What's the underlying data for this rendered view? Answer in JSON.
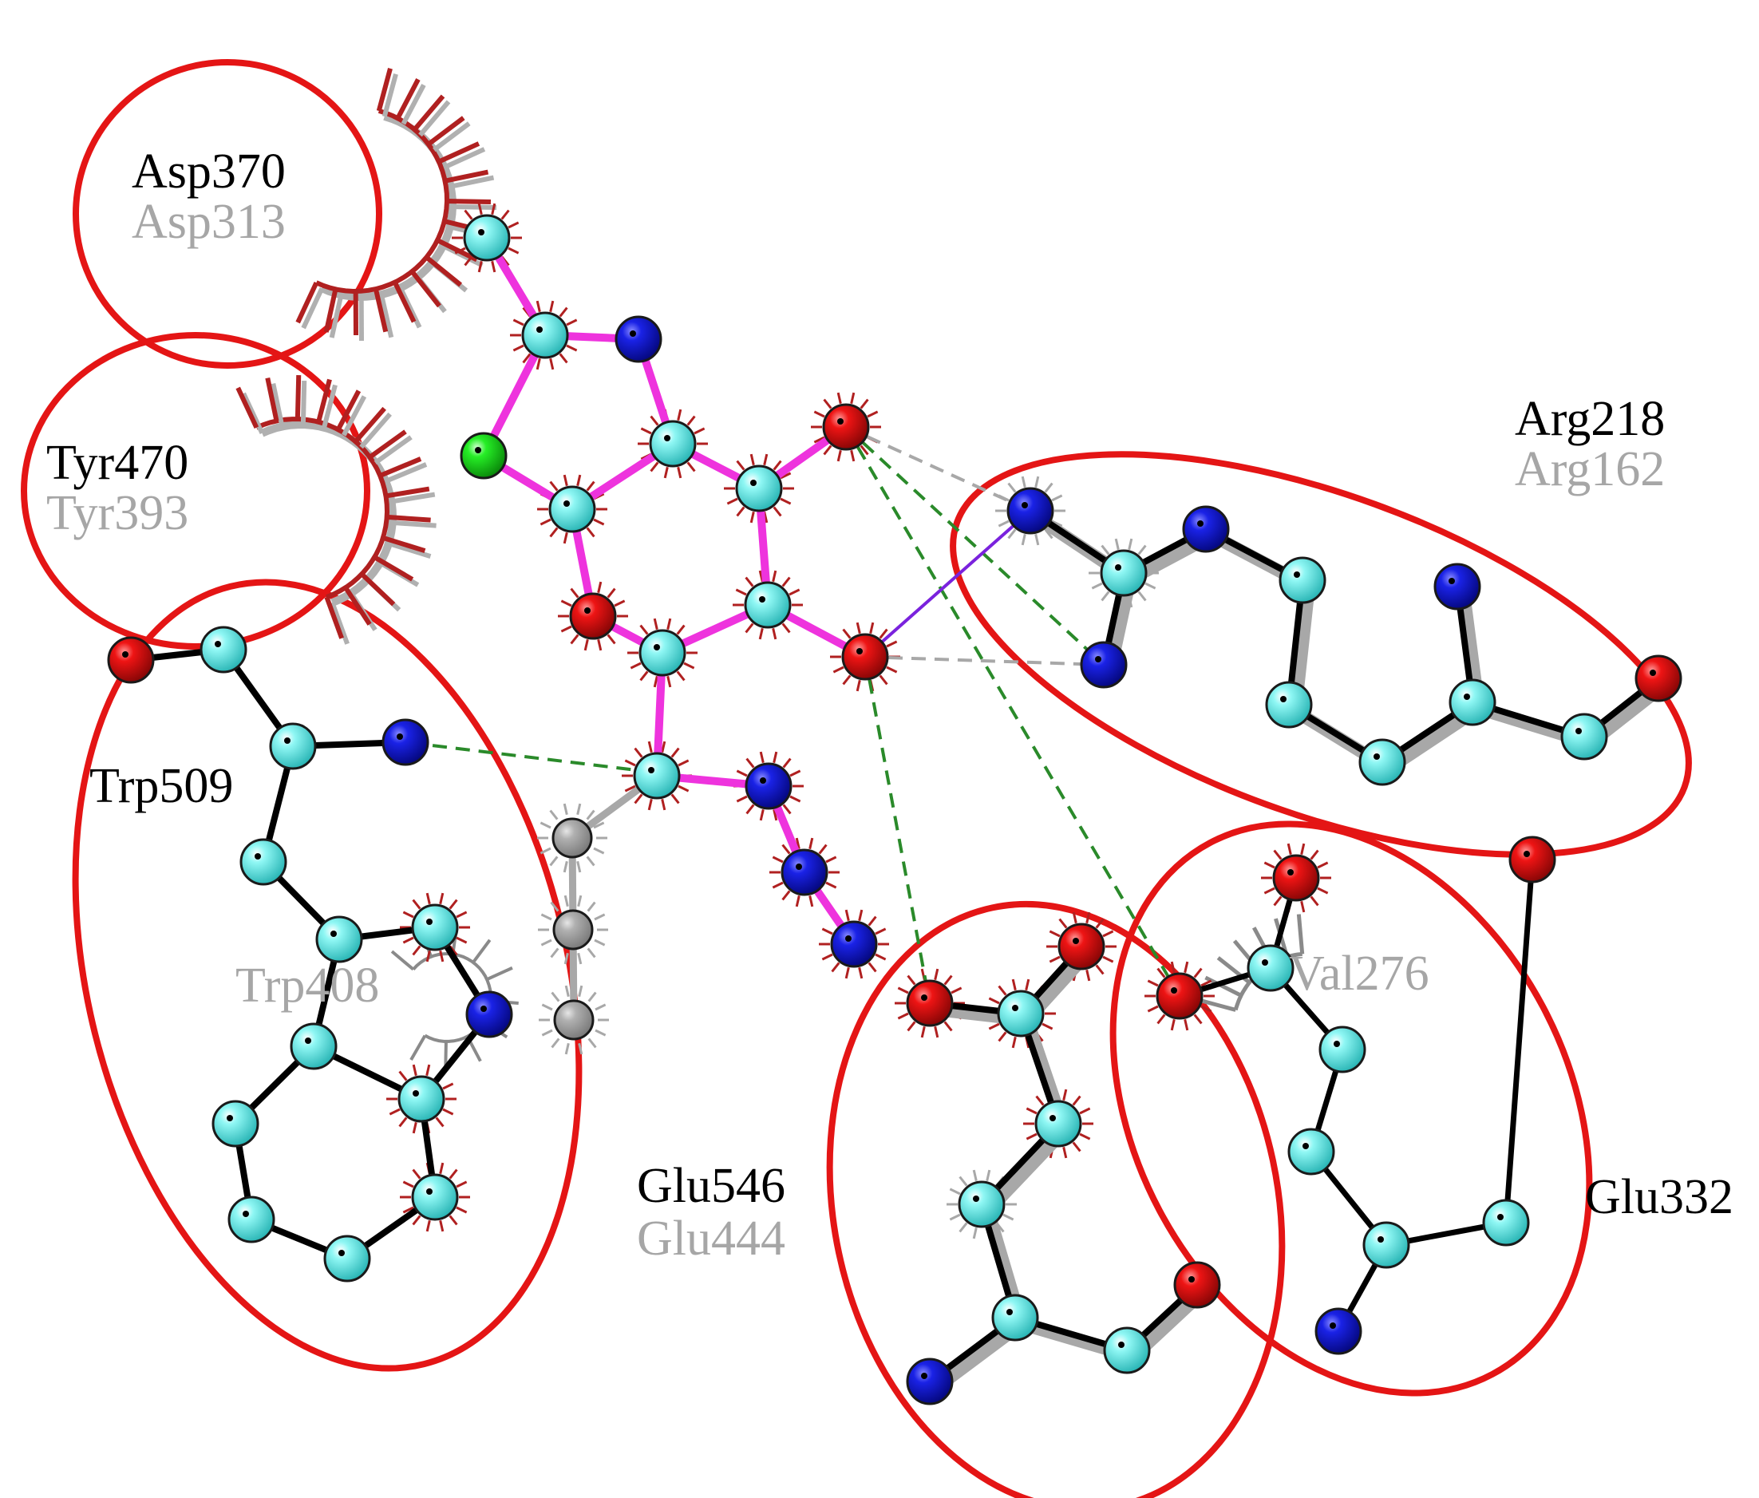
{
  "colors": {
    "carbon": "#6ef2ef",
    "nitrogen": "#0a10d8",
    "oxygen": "#ee1111",
    "halogen": "#22ee22",
    "ghost_atom": "#a8a8a8",
    "ligand_bond": "#ee33dd",
    "residue_bond": "#000000",
    "ghost_bond": "#a8a8a8",
    "hbond": "#2a8a2a",
    "hbond_ghost": "#a8a8a8",
    "covalent_link": "#7a22dd",
    "highlight_circle": "#e41515",
    "hydrophobic_arc": "#b02020"
  },
  "residues": [
    {
      "id": "asp370",
      "name": "Asp370",
      "ref": "Asp313"
    },
    {
      "id": "tyr470",
      "name": "Tyr470",
      "ref": "Tyr393"
    },
    {
      "id": "trp509",
      "name": "Trp509",
      "ref": "Trp408"
    },
    {
      "id": "arg218",
      "name": "Arg218",
      "ref": "Arg162"
    },
    {
      "id": "glu546",
      "name": "Glu546",
      "ref": "Glu444"
    },
    {
      "id": "glu332",
      "name": "Glu332",
      "ref": "Val276"
    }
  ]
}
